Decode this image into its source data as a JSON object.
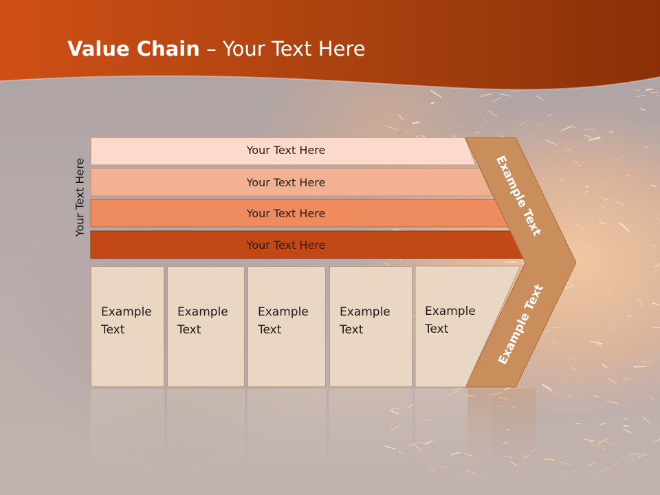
{
  "title": {
    "bold": "Value Chain",
    "rest": " – Your Text Here"
  },
  "side_label": "Your Text Here",
  "bars": [
    {
      "label": "Your Text Here",
      "color": "#fbd9cb"
    },
    {
      "label": "Your Text Here",
      "color": "#f3b193"
    },
    {
      "label": "Your Text Here",
      "color": "#ee8b5f"
    },
    {
      "label": "Your Text Here",
      "color": "#c24916"
    }
  ],
  "boxes": [
    {
      "line1": "Example",
      "line2": "Text"
    },
    {
      "line1": "Example",
      "line2": "Text"
    },
    {
      "line1": "Example",
      "line2": "Text"
    },
    {
      "line1": "Example",
      "line2": "Text"
    },
    {
      "line1": "Example",
      "line2": "Text"
    }
  ],
  "arrow": {
    "upper_label": "Example Text",
    "lower_label": "Example Text",
    "color": "#c98e5c"
  },
  "colors": {
    "header": "#b5420f",
    "box_fill": "#ead7c3"
  }
}
